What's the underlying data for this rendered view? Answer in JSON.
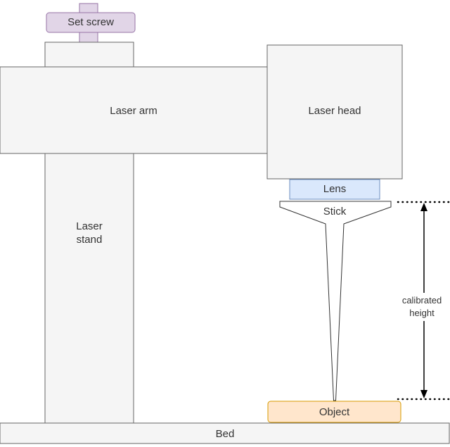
{
  "diagram": {
    "type": "laser-cutter-calibration-diagram",
    "labels": {
      "set_screw": "Set screw",
      "laser_arm": "Laser arm",
      "laser_head": "Laser head",
      "laser_stand": "Laser stand",
      "lens": "Lens",
      "stick": "Stick",
      "calibrated_height": "calibrated height",
      "object": "Object",
      "bed": "Bed"
    },
    "colors": {
      "shape_fill": "#f5f5f5",
      "shape_stroke": "#666666",
      "set_screw_fill": "#e1d5e7",
      "set_screw_stroke": "#9673a6",
      "lens_fill": "#dae8fc",
      "lens_stroke": "#6c8ebf",
      "stick_fill": "#ffffff",
      "stick_stroke": "#333333",
      "object_fill": "#ffe6cc",
      "object_stroke": "#d79b00",
      "annotation": "#000000",
      "text": "#333333",
      "background": "#ffffff"
    }
  }
}
